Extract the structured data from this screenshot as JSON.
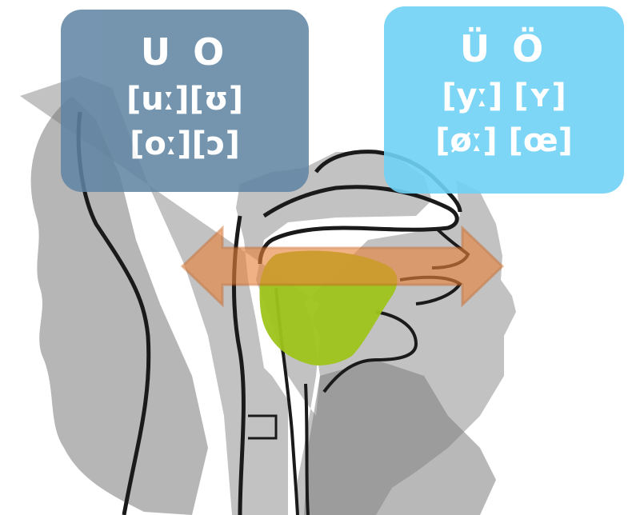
{
  "back_group": {
    "title": "U O",
    "line1": "[uː][ʊ]",
    "line2": "[oː][ɔ]"
  },
  "front_group": {
    "title": "Ü Ö",
    "line1": "[yː] [ʏ]",
    "line2": "[øː] [œ]"
  },
  "colors": {
    "back_box": "#5f84a3",
    "front_box": "#6fd2f5",
    "tongue": "#9ec41a",
    "arrow": "#e8843a",
    "head_shade": "#8c8c8c",
    "outline": "#1a1a1a"
  }
}
